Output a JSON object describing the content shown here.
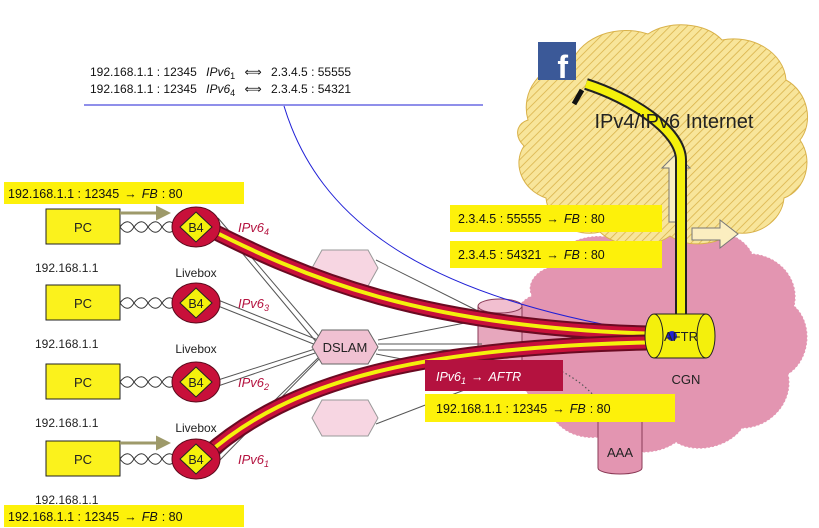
{
  "nat_table": {
    "row1": {
      "inner": "192.168.1.1 : 12345",
      "tunnel": "IPv6",
      "tunnel_sub": "1",
      "arrow": "⟺",
      "outer": "2.3.4.5 : 55555"
    },
    "row2": {
      "inner": "192.168.1.1 : 12345",
      "tunnel": "IPv6",
      "tunnel_sub": "4",
      "arrow": "⟺",
      "outer": "2.3.4.5 : 54321"
    }
  },
  "internet": {
    "label": "IPv4/IPv6 Internet",
    "logo_letter": "f"
  },
  "cgn": {
    "aftr_label": "AFTR",
    "cgn_label": "CGN",
    "aaa_label": "AAA"
  },
  "dslam": {
    "label": "DSLAM"
  },
  "flows": {
    "top_left": {
      "left": "192.168.1.1 : 12345",
      "arrow": "→",
      "dest": "FB",
      "port": ": 80"
    },
    "bottom_left": {
      "left": "192.168.1.1 : 12345",
      "arrow": "→",
      "dest": "FB",
      "port": ": 80"
    },
    "nat1": {
      "left": "2.3.4.5 : 55555",
      "arrow": "→",
      "dest": "FB",
      "port": ": 80"
    },
    "nat2": {
      "left": "2.3.4.5 : 54321",
      "arrow": "→",
      "dest": "FB",
      "port": ": 80"
    },
    "encap": {
      "left": "IPv6",
      "sub": "1",
      "arrow": "→",
      "dest": "AFTR"
    },
    "inner": {
      "left": "192.168.1.1 : 12345",
      "arrow": "→",
      "dest": "FB",
      "port": ": 80"
    }
  },
  "hosts": [
    {
      "pc": "PC",
      "b4": "B4",
      "ip": "192.168.1.1",
      "livebox": "Livebox",
      "tunnel": "IPv6",
      "tunnel_sub": "4"
    },
    {
      "pc": "PC",
      "b4": "B4",
      "ip": "192.168.1.1",
      "livebox": "Livebox",
      "tunnel": "IPv6",
      "tunnel_sub": "3"
    },
    {
      "pc": "PC",
      "b4": "B4",
      "ip": "192.168.1.1",
      "livebox": "Livebox",
      "tunnel": "IPv6",
      "tunnel_sub": "2"
    },
    {
      "pc": "PC",
      "b4": "B4",
      "ip": "192.168.1.1",
      "livebox": "",
      "tunnel": "IPv6",
      "tunnel_sub": "1"
    }
  ],
  "colors": {
    "label_bg": "#fdf10a",
    "pc_fill": "#fbf21c",
    "b4_fill": "#c8103a",
    "tunnel_label": "#b4123f",
    "encap_bg": "#b4123f",
    "cgn_cloud": "#e395b1",
    "internet_cloud": "#f8e59a",
    "facebook_blue": "#3b5998",
    "annotation_line": "#1f1fd6"
  }
}
